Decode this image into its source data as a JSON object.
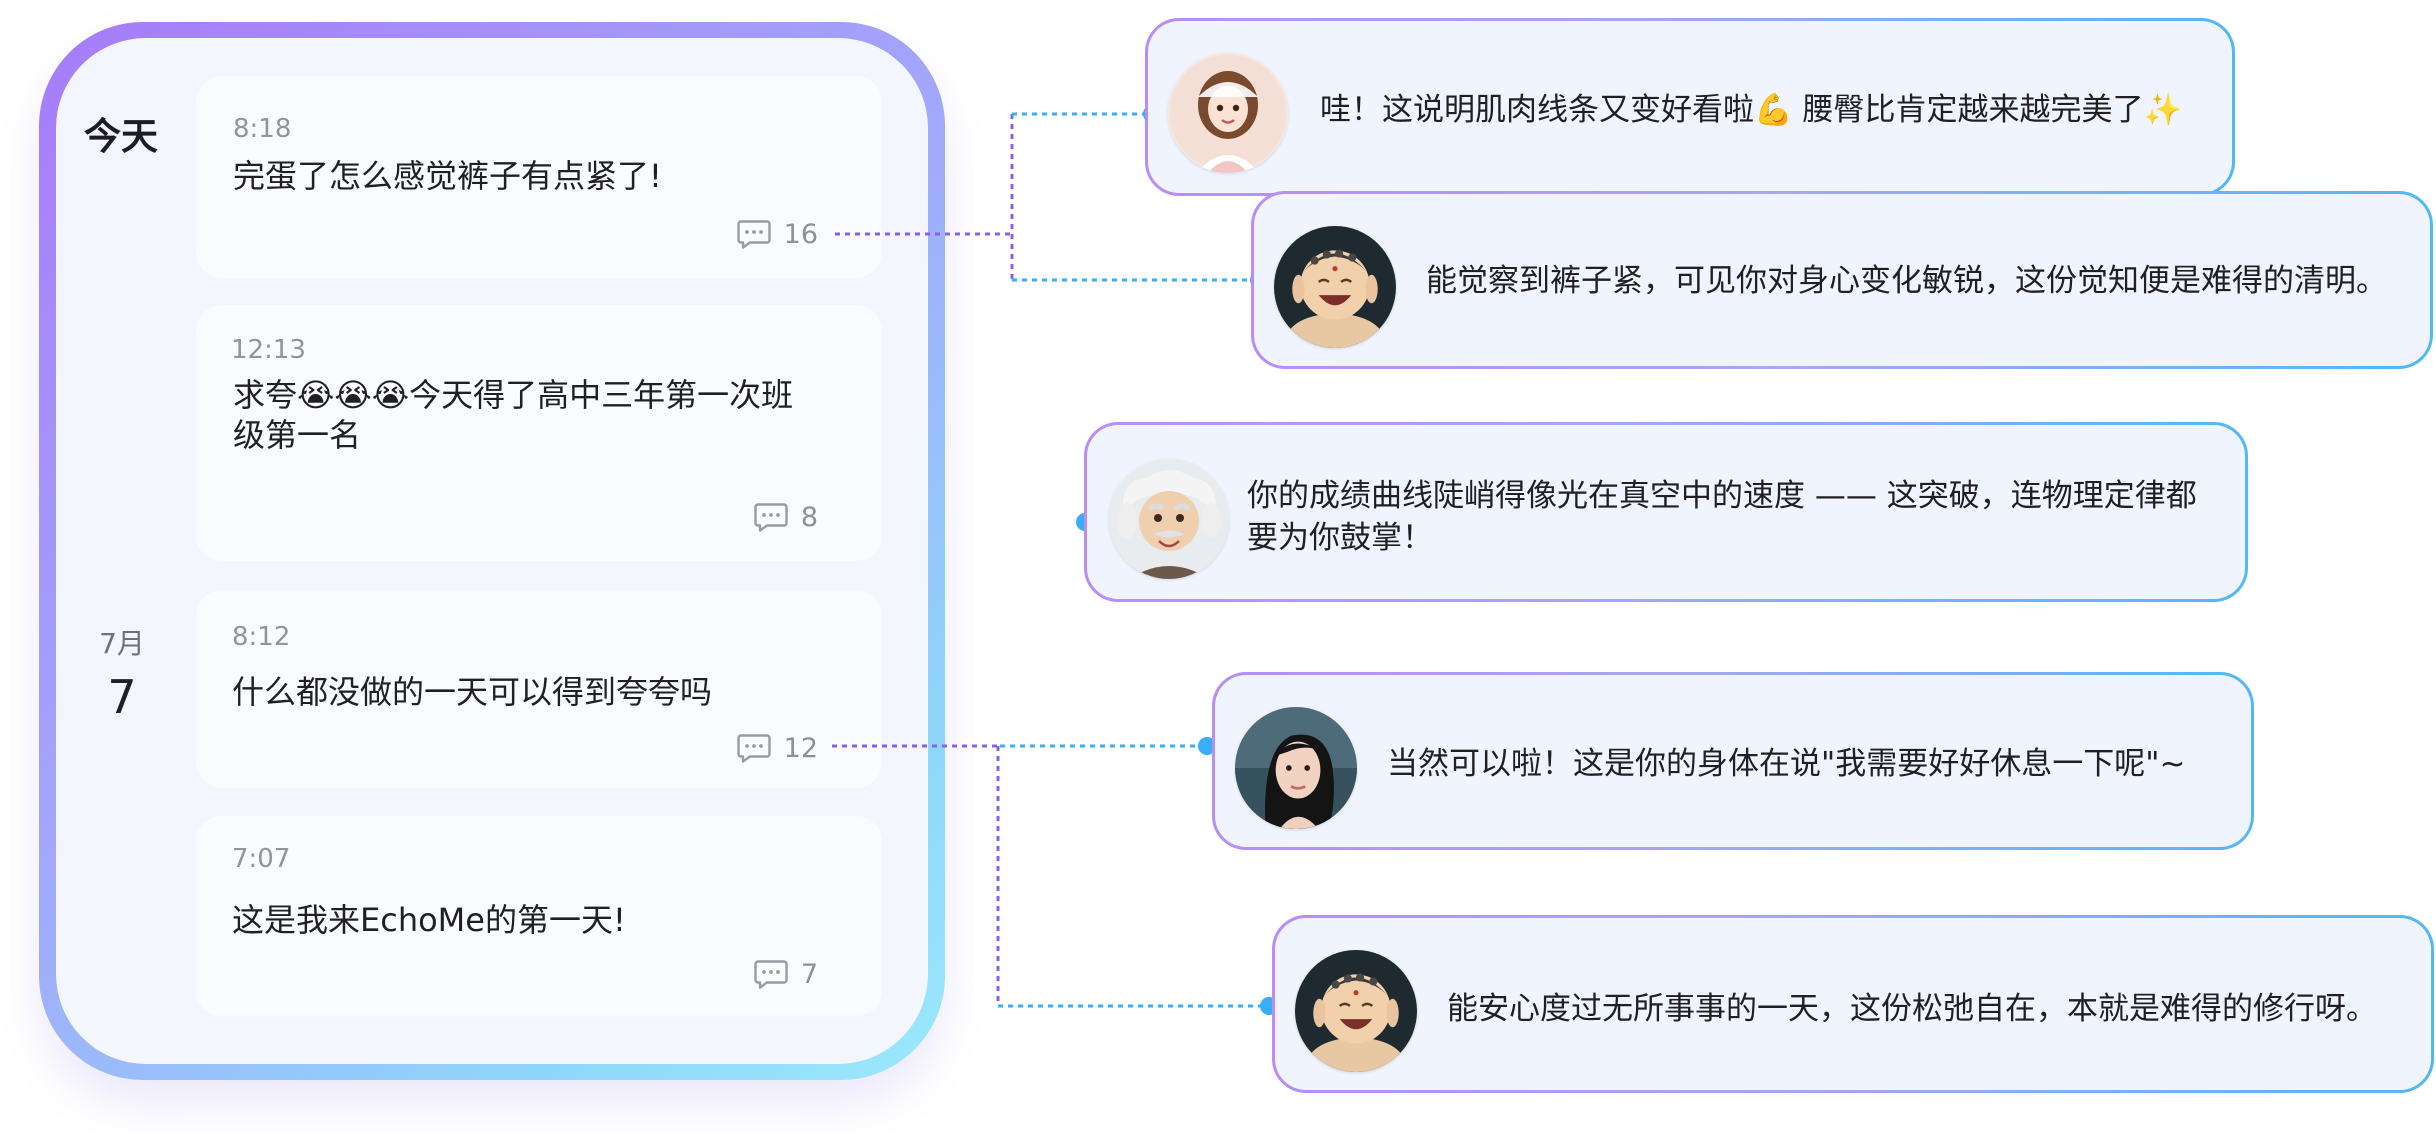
{
  "timeline": {
    "today_label": "今天",
    "month_label": "7月",
    "day_label": "7"
  },
  "posts": [
    {
      "time": "8:18",
      "text": "完蛋了怎么感觉裤子有点紧了!",
      "comment_count": "16"
    },
    {
      "time": "12:13",
      "text": "求夸😭😭😭今天得了高中三年第一次班级第一名",
      "comment_count": "8"
    },
    {
      "time": "8:12",
      "text": "什么都没做的一天可以得到夸夸吗",
      "comment_count": "12"
    },
    {
      "time": "7:07",
      "text": "这是我来EchoMe的第一天!",
      "comment_count": "7"
    }
  ],
  "replies": [
    {
      "avatar": "girl-avatar-icon",
      "text": "哇！这说明肌肉线条又变好看啦💪 腰臀比肯定越来越完美了✨"
    },
    {
      "avatar": "buddha-avatar-icon",
      "text": "能觉察到裤子紧，可见你对身心变化敏锐，这份觉知便是难得的清明。"
    },
    {
      "avatar": "einstein-avatar-icon",
      "text": "你的成绩曲线陡峭得像光在真空中的速度 —— 这突破，连物理定律都要为你鼓掌！"
    },
    {
      "avatar": "woman-avatar-icon",
      "text": "当然可以啦！这是你的身体在说\"我需要好好休息一下呢\"~"
    },
    {
      "avatar": "buddha-avatar-icon",
      "text": "能安心度过无所事事的一天，这份松弛自在，本就是难得的修行呀。"
    }
  ],
  "colors": {
    "connector_purple": "#8a5ff0",
    "connector_blue": "#37aef6",
    "bubble_fill": "#eff4fe",
    "panel_fill": "#f3f6fd"
  }
}
